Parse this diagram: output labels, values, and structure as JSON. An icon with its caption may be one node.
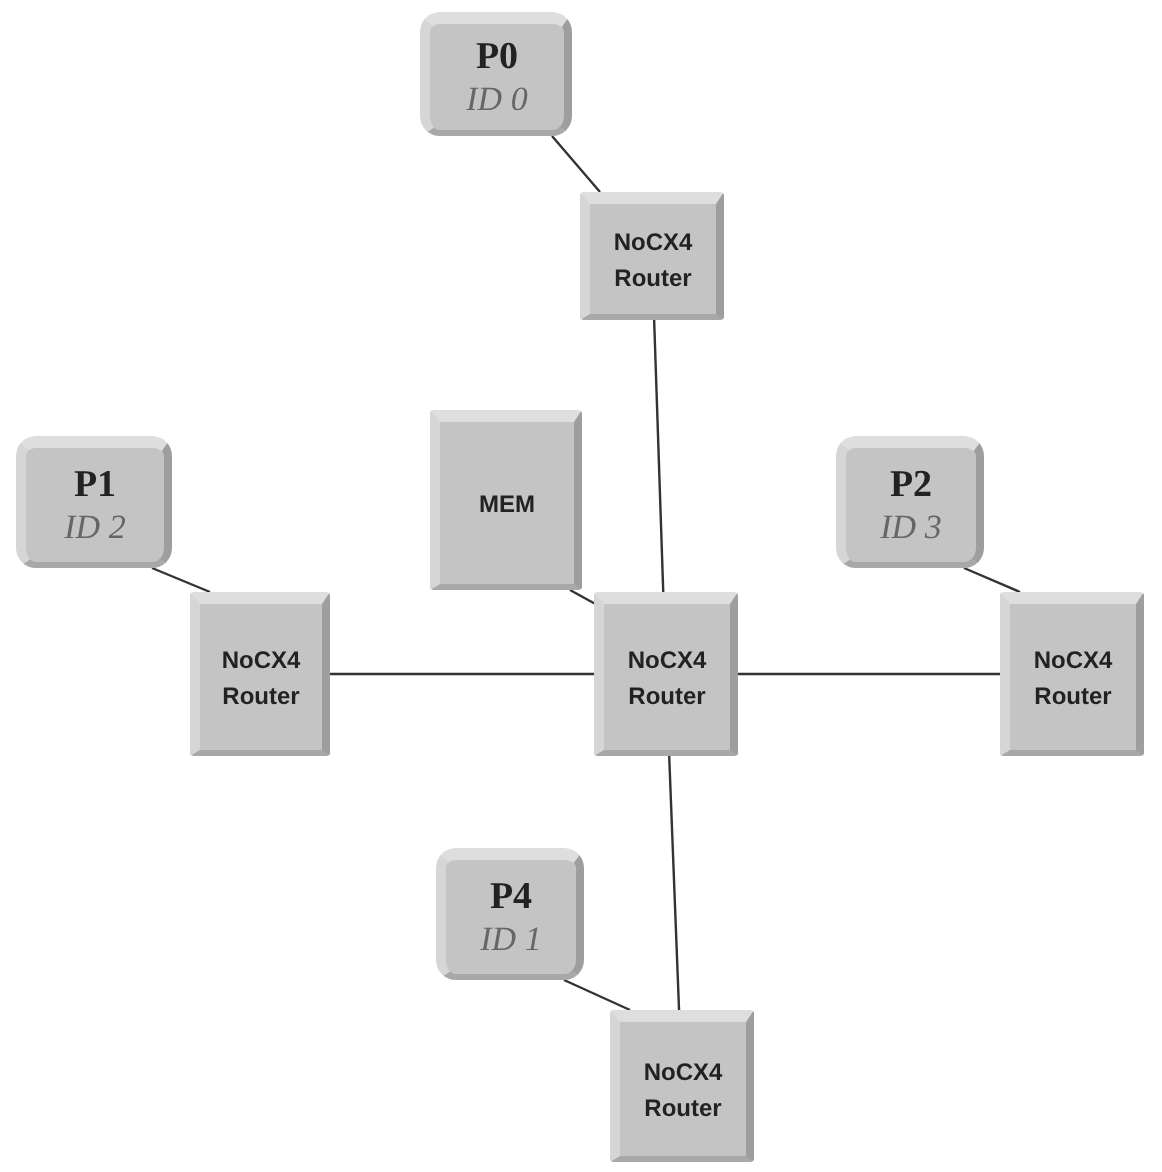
{
  "diagram": {
    "nodes": [
      {
        "text": [
          "P0",
          "ID 0"
        ]
      },
      {
        "text": [
          "NoCX4 Router"
        ]
      },
      {
        "text": [
          "MEM"
        ]
      },
      {
        "text": [
          "P1",
          "ID 2"
        ]
      },
      {
        "text": [
          "P2",
          "ID 3"
        ]
      },
      {
        "text": [
          "NoCX4 Router"
        ]
      },
      {
        "text": [
          "NoCX4 Router"
        ]
      },
      {
        "text": [
          "NoCX4 Router"
        ]
      },
      {
        "text": [
          "P4",
          "ID 1"
        ]
      },
      {
        "text": [
          "NoCX4 Router"
        ]
      }
    ],
    "edges": [
      {
        "from": 0,
        "to": 1,
        "arrow": "none"
      },
      {
        "from": 1,
        "to": 6,
        "arrow": "none"
      },
      {
        "from": 2,
        "to": 6,
        "arrow": "none"
      },
      {
        "from": 3,
        "to": 5,
        "arrow": "none"
      },
      {
        "from": 5,
        "to": 6,
        "arrow": "none"
      },
      {
        "from": 4,
        "to": 7,
        "arrow": "none"
      },
      {
        "from": 6,
        "to": 7,
        "arrow": "none"
      },
      {
        "from": 6,
        "to": 9,
        "arrow": "none"
      },
      {
        "from": 8,
        "to": 9,
        "arrow": "none"
      }
    ]
  }
}
